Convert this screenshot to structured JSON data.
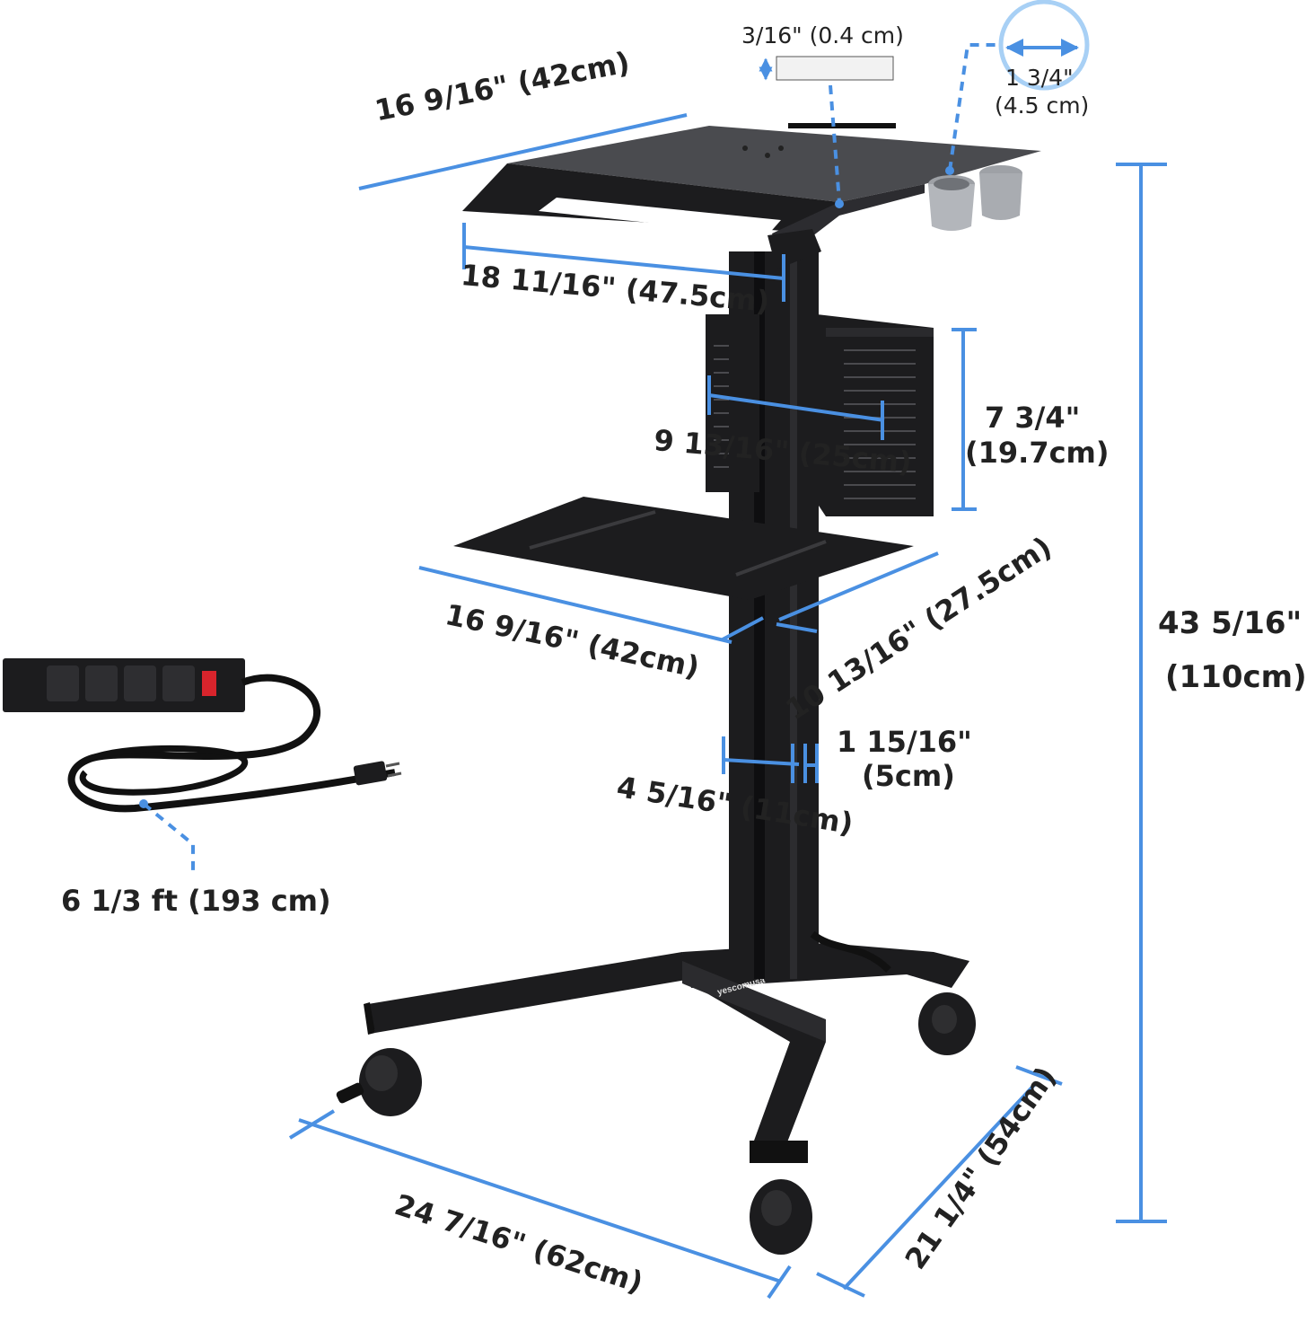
{
  "product": {
    "brand_logo": "yescomusa"
  },
  "dimensions": {
    "top_width": "16 9/16\" (42cm)",
    "top_length": "18 11/16\" (47.5cm)",
    "top_thickness": "3/16\" (0.4 cm)",
    "cup_diameter_in": "1 3/4\"",
    "cup_diameter_cm": "(4.5 cm)",
    "basket_width": "9 13/16\" (25cm)",
    "basket_height_in": "7 3/4\"",
    "basket_height_cm": "(19.7cm)",
    "shelf_width": "16 9/16\" (42cm)",
    "shelf_depth": "10 13/16\" (27.5cm)",
    "total_height_in": "43 5/16\"",
    "total_height_cm": "(110cm)",
    "column_width": "4 5/16\" (11cm)",
    "column_depth_in": "1 15/16\"",
    "column_depth_cm": "(5cm)",
    "base_width": "24 7/16\" (62cm)",
    "base_depth": "21 1/4\" (54cm)",
    "cord_length": "6 1/3 ft (193 cm)"
  },
  "colors": {
    "dimension_line": "#4a90e2",
    "cart_body": "#1c1c1e",
    "cup": "#a9acb1",
    "text": "#222222"
  },
  "icons": [
    "power-strip-icon",
    "cup-holder-icon",
    "caster-wheel-icon"
  ]
}
